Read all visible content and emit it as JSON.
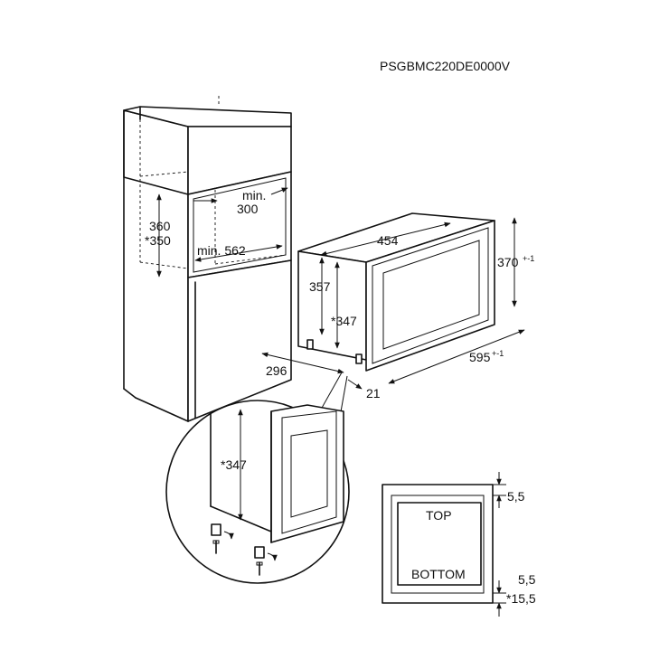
{
  "model_code": "PSGBMC220DE0000V",
  "dimensions": {
    "niche_min_width_prefix": "min.",
    "niche_min_width": "300",
    "niche_min_depth": "min. 562",
    "niche_height_a": "360",
    "niche_height_b": "*350",
    "appliance_width": "454",
    "appliance_height": "370",
    "appliance_height_tol": "+-1",
    "frame_height": "357",
    "body_height": "*347",
    "body_depth": "296",
    "appliance_depth": "595",
    "appliance_depth_tol": "+-1",
    "front_depth": "21",
    "detail_height": "*347",
    "top_gap": "5,5",
    "bottom_gap": "5,5",
    "bottom_offset": "*15,5"
  },
  "labels": {
    "top": "TOP",
    "bottom": "BOTTOM"
  }
}
